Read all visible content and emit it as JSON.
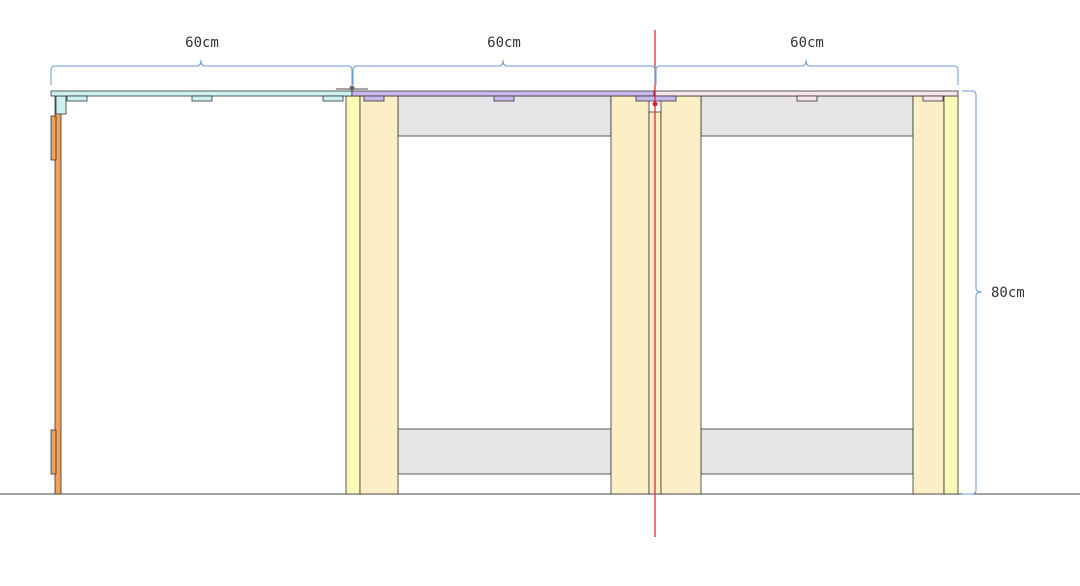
{
  "dimensions": {
    "width_left": "60cm",
    "width_middle": "60cm",
    "width_right": "60cm",
    "height": "80cm"
  },
  "colors": {
    "frame_post": "#fcefc6",
    "frame_post_light": "#fafbb8",
    "shelf_panel": "#e6e4e6",
    "top_left": "#cdf2f2",
    "top_middle": "#c9b8ee",
    "top_right": "#f9e4e8",
    "leg_orange": "#f0a25c",
    "dimension_line": "#6a9ad6",
    "center_line": "#e02020",
    "outline": "#333333",
    "ground": "#444444"
  }
}
